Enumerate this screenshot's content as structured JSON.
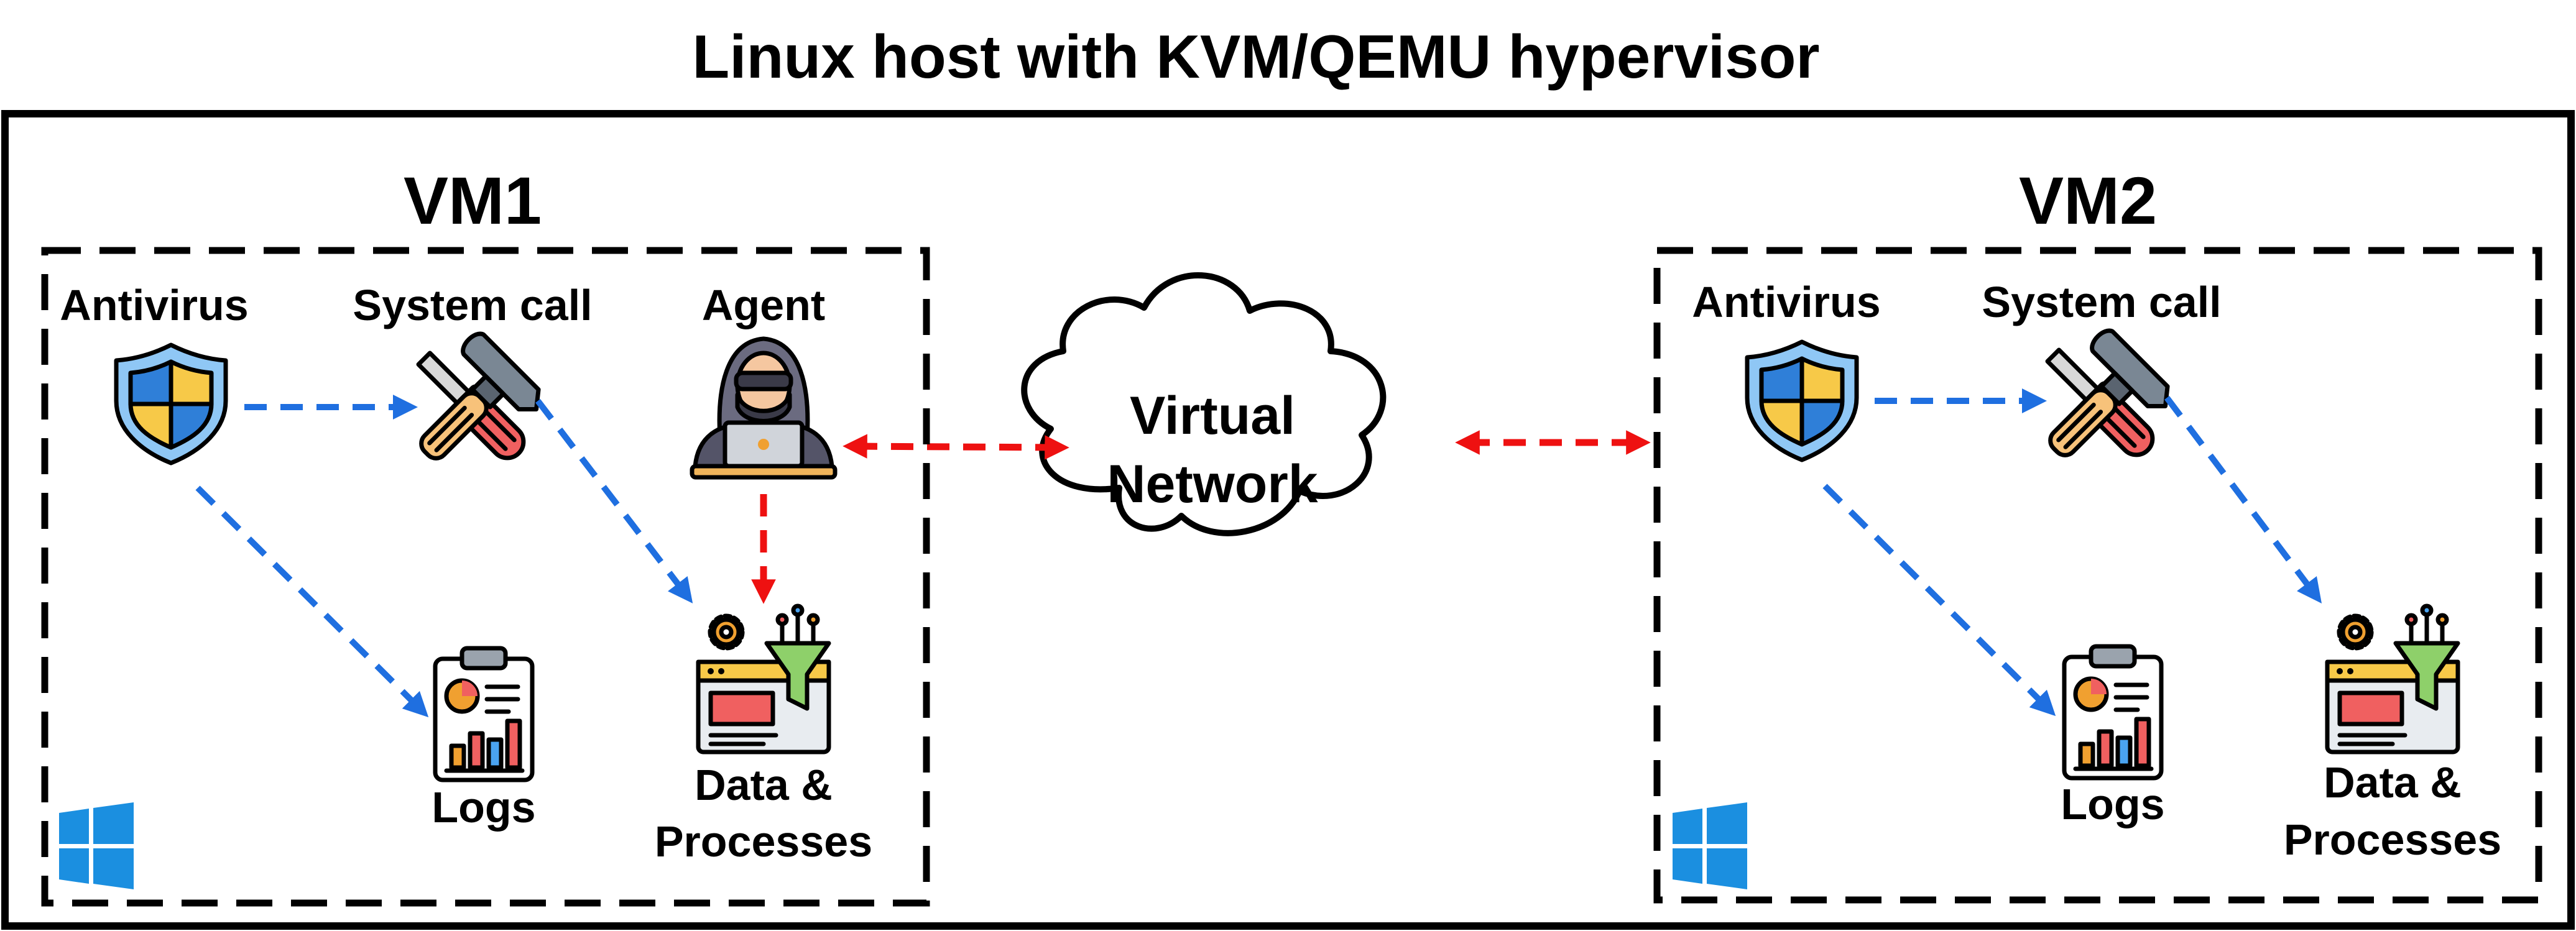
{
  "title": "Linux host with KVM/QEMU hypervisor",
  "network": {
    "label_line1": "Virtual",
    "label_line2": "Network"
  },
  "vms": [
    {
      "name": "VM1",
      "labels": {
        "antivirus": "Antivirus",
        "system_call": "System call",
        "agent": "Agent",
        "logs": "Logs",
        "data_line1": "Data &",
        "data_line2": "Processes"
      }
    },
    {
      "name": "VM2",
      "labels": {
        "antivirus": "Antivirus",
        "system_call": "System call",
        "logs": "Logs",
        "data_line1": "Data &",
        "data_line2": "Processes"
      }
    }
  ],
  "icons": {
    "antivirus": "shield-icon",
    "system_call": "tools-icon",
    "agent": "hacker-icon",
    "logs": "clipboard-chart-icon",
    "data": "data-funnel-icon",
    "os": "windows-logo-icon",
    "network": "cloud-icon"
  },
  "colors": {
    "internal_flow": "#1f6fe0",
    "agent_flow": "#ee1111",
    "windows_logo": "#1b8fe0"
  }
}
